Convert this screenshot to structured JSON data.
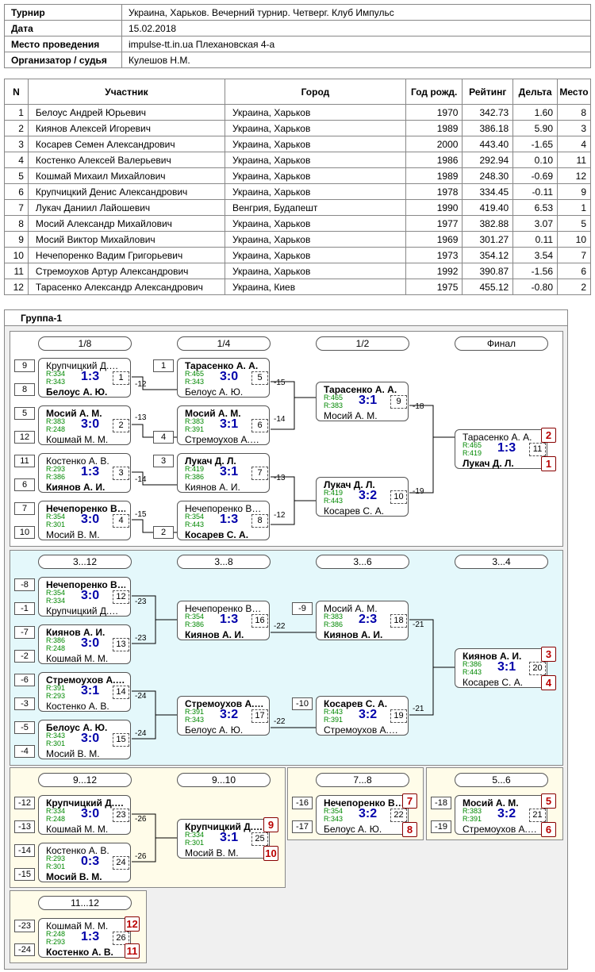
{
  "info": [
    {
      "k": "Турнир",
      "v": "Украина, Харьков. Вечерний турнир. Четверг. Клуб Импульс"
    },
    {
      "k": "Дата",
      "v": "15.02.2018"
    },
    {
      "k": "Место проведения",
      "v": "impulse-tt.in.ua Плехановская 4-а"
    },
    {
      "k": "Организатор / судья",
      "v": "Кулешов Н.М."
    }
  ],
  "participants": {
    "headers": [
      "N",
      "Участник",
      "Город",
      "Год рожд.",
      "Рейтинг",
      "Дельта",
      "Место"
    ],
    "rows": [
      [
        "1",
        "Белоус Андрей Юрьевич",
        "Украина, Харьков",
        "1970",
        "342.73",
        "1.60",
        "8"
      ],
      [
        "2",
        "Киянов Алексей Игоревич",
        "Украина, Харьков",
        "1989",
        "386.18",
        "5.90",
        "3"
      ],
      [
        "3",
        "Косарев Семен Александрович",
        "Украина, Харьков",
        "2000",
        "443.40",
        "-1.65",
        "4"
      ],
      [
        "4",
        "Костенко Алексей Валерьевич",
        "Украина, Харьков",
        "1986",
        "292.94",
        "0.10",
        "11"
      ],
      [
        "5",
        "Кошмай Михаил Михайлович",
        "Украина, Харьков",
        "1989",
        "248.30",
        "-0.69",
        "12"
      ],
      [
        "6",
        "Крупчицкий Денис Александрович",
        "Украина, Харьков",
        "1978",
        "334.45",
        "-0.11",
        "9"
      ],
      [
        "7",
        "Лукач Даниил Лайошевич",
        "Венгрия, Будапешт",
        "1990",
        "419.40",
        "6.53",
        "1"
      ],
      [
        "8",
        "Мосий Александр Михайлович",
        "Украина, Харьков",
        "1977",
        "382.88",
        "3.07",
        "5"
      ],
      [
        "9",
        "Мосий Виктор Михайлович",
        "Украина, Харьков",
        "1969",
        "301.27",
        "0.11",
        "10"
      ],
      [
        "10",
        "Нечепоренко Вадим Григорьевич",
        "Украина, Харьков",
        "1973",
        "354.12",
        "3.54",
        "7"
      ],
      [
        "11",
        "Стремоухов Артур Александрович",
        "Украина, Харьков",
        "1992",
        "390.87",
        "-1.56",
        "6"
      ],
      [
        "12",
        "Тарасенко Александр Александрович",
        "Украина, Киев",
        "1975",
        "455.12",
        "-0.80",
        "2"
      ]
    ]
  },
  "group": {
    "title": "Группа-1",
    "rounds": [
      "1/8",
      "1/4",
      "1/2",
      "Финал",
      "3...12",
      "3...8",
      "3...6",
      "3...4",
      "9...12",
      "9...10",
      "7...8",
      "5...6",
      "11...12"
    ],
    "matches": [
      {
        "n1": "Крупчицкий Д.…",
        "n2": "Белоус А. Ю.",
        "r1": "R:334",
        "r2": "R:343",
        "score": "1:3",
        "num": "1",
        "win": 2
      },
      {
        "n1": "Мосий А. М.",
        "n2": "Кошмай М. М.",
        "r1": "R:383",
        "r2": "R:248",
        "score": "3:0",
        "num": "2",
        "win": 1
      },
      {
        "n1": "Костенко А. В.",
        "n2": "Киянов А. И.",
        "r1": "R:293",
        "r2": "R:386",
        "score": "1:3",
        "num": "3",
        "win": 2
      },
      {
        "n1": "Нечепоренко В…",
        "n2": "Мосий В. М.",
        "r1": "R:354",
        "r2": "R:301",
        "score": "3:0",
        "num": "4",
        "win": 1
      },
      {
        "n1": "Тарасенко А. А.",
        "n2": "Белоус А. Ю.",
        "r1": "R:465",
        "r2": "R:343",
        "score": "3:0",
        "num": "5",
        "win": 1
      },
      {
        "n1": "Мосий А. М.",
        "n2": "Стремоухов А.…",
        "r1": "R:383",
        "r2": "R:391",
        "score": "3:1",
        "num": "6",
        "win": 1
      },
      {
        "n1": "Лукач Д. Л.",
        "n2": "Киянов А. И.",
        "r1": "R:419",
        "r2": "R:386",
        "score": "3:1",
        "num": "7",
        "win": 1
      },
      {
        "n1": "Нечепоренко В…",
        "n2": "Косарев С. А.",
        "r1": "R:354",
        "r2": "R:443",
        "score": "1:3",
        "num": "8",
        "win": 2
      },
      {
        "n1": "Тарасенко А. А.",
        "n2": "Мосий А. М.",
        "r1": "R:465",
        "r2": "R:383",
        "score": "3:1",
        "num": "9",
        "win": 1
      },
      {
        "n1": "Лукач Д. Л.",
        "n2": "Косарев С. А.",
        "r1": "R:419",
        "r2": "R:443",
        "score": "3:2",
        "num": "10",
        "win": 1
      },
      {
        "n1": "Тарасенко А. А.",
        "n2": "Лукач Д. Л.",
        "r1": "R:465",
        "r2": "R:419",
        "score": "1:3",
        "num": "11",
        "win": 2
      },
      {
        "n1": "Нечепоренко В…",
        "n2": "Крупчицкий Д.…",
        "r1": "R:354",
        "r2": "R:334",
        "score": "3:0",
        "num": "12",
        "win": 1
      },
      {
        "n1": "Киянов А. И.",
        "n2": "Кошмай М. М.",
        "r1": "R:386",
        "r2": "R:248",
        "score": "3:0",
        "num": "13",
        "win": 1
      },
      {
        "n1": "Стремоухов А.…",
        "n2": "Костенко А. В.",
        "r1": "R:391",
        "r2": "R:293",
        "score": "3:1",
        "num": "14",
        "win": 1
      },
      {
        "n1": "Белоус А. Ю.",
        "n2": "Мосий В. М.",
        "r1": "R:343",
        "r2": "R:301",
        "score": "3:0",
        "num": "15",
        "win": 1
      },
      {
        "n1": "Нечепоренко В…",
        "n2": "Киянов А. И.",
        "r1": "R:354",
        "r2": "R:386",
        "score": "1:3",
        "num": "16",
        "win": 2
      },
      {
        "n1": "Стремоухов А.…",
        "n2": "Белоус А. Ю.",
        "r1": "R:391",
        "r2": "R:343",
        "score": "3:2",
        "num": "17",
        "win": 1
      },
      {
        "n1": "Мосий А. М.",
        "n2": "Киянов А. И.",
        "r1": "R:383",
        "r2": "R:386",
        "score": "2:3",
        "num": "18",
        "win": 2
      },
      {
        "n1": "Косарев С. А.",
        "n2": "Стремоухов А.…",
        "r1": "R:443",
        "r2": "R:391",
        "score": "3:2",
        "num": "19",
        "win": 1
      },
      {
        "n1": "Киянов А. И.",
        "n2": "Косарев С. А.",
        "r1": "R:386",
        "r2": "R:443",
        "score": "3:1",
        "num": "20",
        "win": 1
      },
      {
        "n1": "Мосий А. М.",
        "n2": "Стремоухов А.…",
        "r1": "R:383",
        "r2": "R:391",
        "score": "3:2",
        "num": "21",
        "win": 1
      },
      {
        "n1": "Нечепоренко В…",
        "n2": "Белоус А. Ю.",
        "r1": "R:354",
        "r2": "R:343",
        "score": "3:2",
        "num": "22",
        "win": 1
      },
      {
        "n1": "Крупчицкий Д.…",
        "n2": "Кошмай М. М.",
        "r1": "R:334",
        "r2": "R:248",
        "score": "3:0",
        "num": "23",
        "win": 1
      },
      {
        "n1": "Костенко А. В.",
        "n2": "Мосий В. М.",
        "r1": "R:293",
        "r2": "R:301",
        "score": "0:3",
        "num": "24",
        "win": 2
      },
      {
        "n1": "Крупчицкий Д.…",
        "n2": "Мосий В. М.",
        "r1": "R:334",
        "r2": "R:301",
        "score": "3:1",
        "num": "25",
        "win": 1
      },
      {
        "n1": "Кошмай М. М.",
        "n2": "Костенко А. В.",
        "r1": "R:248",
        "r2": "R:293",
        "score": "1:3",
        "num": "26",
        "win": 2
      }
    ],
    "seeds": [
      "9",
      "8",
      "5",
      "12",
      "11",
      "6",
      "7",
      "10",
      "1",
      "4",
      "3",
      "2",
      "-8",
      "-1",
      "-7",
      "-2",
      "-6",
      "-3",
      "-5",
      "-4",
      "-9",
      "-10",
      "-12",
      "-13",
      "-14",
      "-15",
      "-16",
      "-17",
      "-18",
      "-19",
      "-23",
      "-24"
    ],
    "labels": [
      "-12",
      "-13",
      "-14",
      "-15",
      "-15",
      "-14",
      "-13",
      "-12",
      "-18",
      "-19",
      "-23",
      "-23",
      "-24",
      "-24",
      "-22",
      "-22",
      "-21",
      "-21",
      "-26",
      "-26"
    ],
    "ranks": [
      "2",
      "1",
      "3",
      "4",
      "9",
      "10",
      "7",
      "8",
      "5",
      "6",
      "12",
      "11"
    ]
  }
}
